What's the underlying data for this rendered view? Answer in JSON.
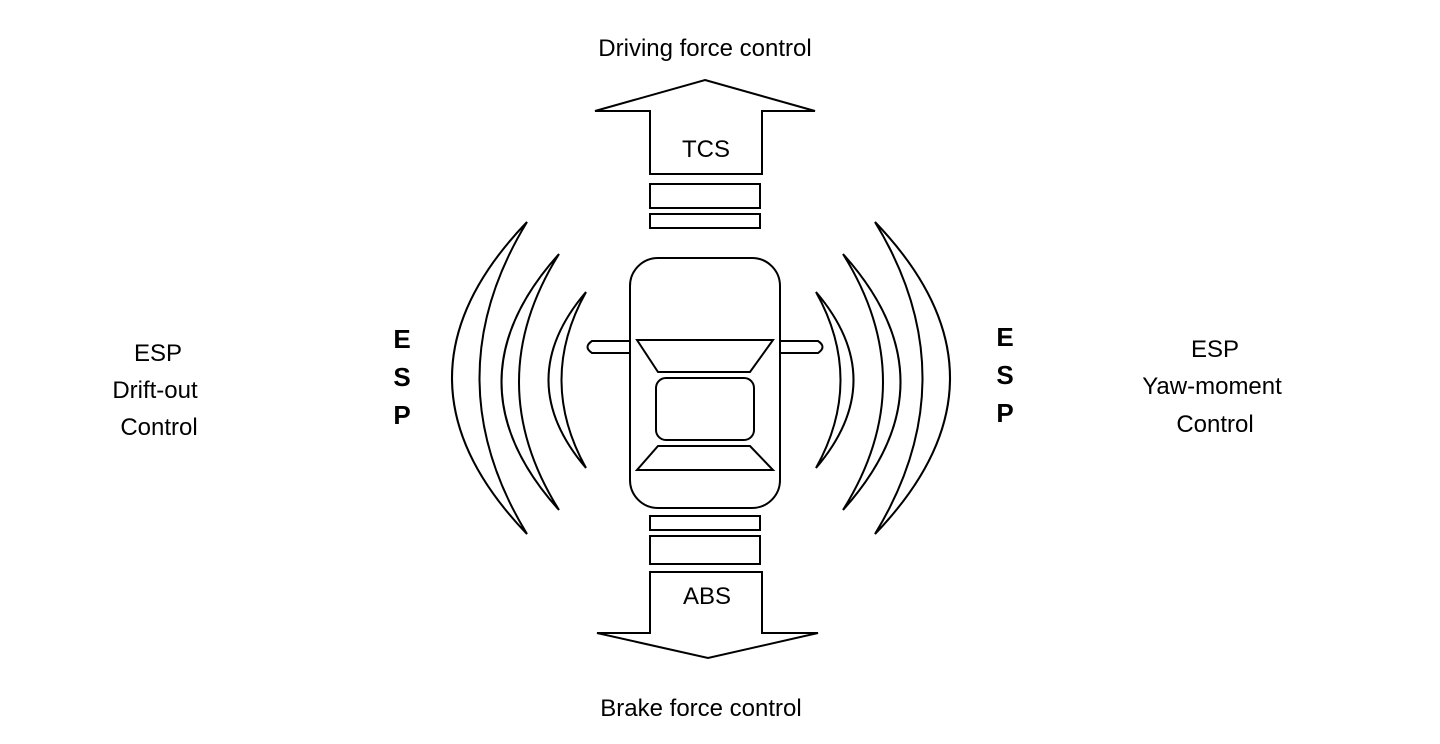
{
  "top": {
    "label": "Driving force control",
    "system": "TCS"
  },
  "bottom": {
    "label": "Brake force control",
    "system": "ABS"
  },
  "left": {
    "vertical_letters": [
      "E",
      "S",
      "P"
    ],
    "label_lines": [
      "ESP",
      "Drift-out",
      "Control"
    ]
  },
  "right": {
    "vertical_letters": [
      "E",
      "S",
      "P"
    ],
    "label_lines": [
      "ESP",
      "Yaw-moment",
      "Control"
    ]
  },
  "colors": {
    "stroke": "#000000",
    "background": "#ffffff"
  },
  "icons": {
    "vehicle": "car-top-view-icon",
    "arrow_up": "arrow-up-icon",
    "arrow_down": "arrow-down-icon"
  }
}
